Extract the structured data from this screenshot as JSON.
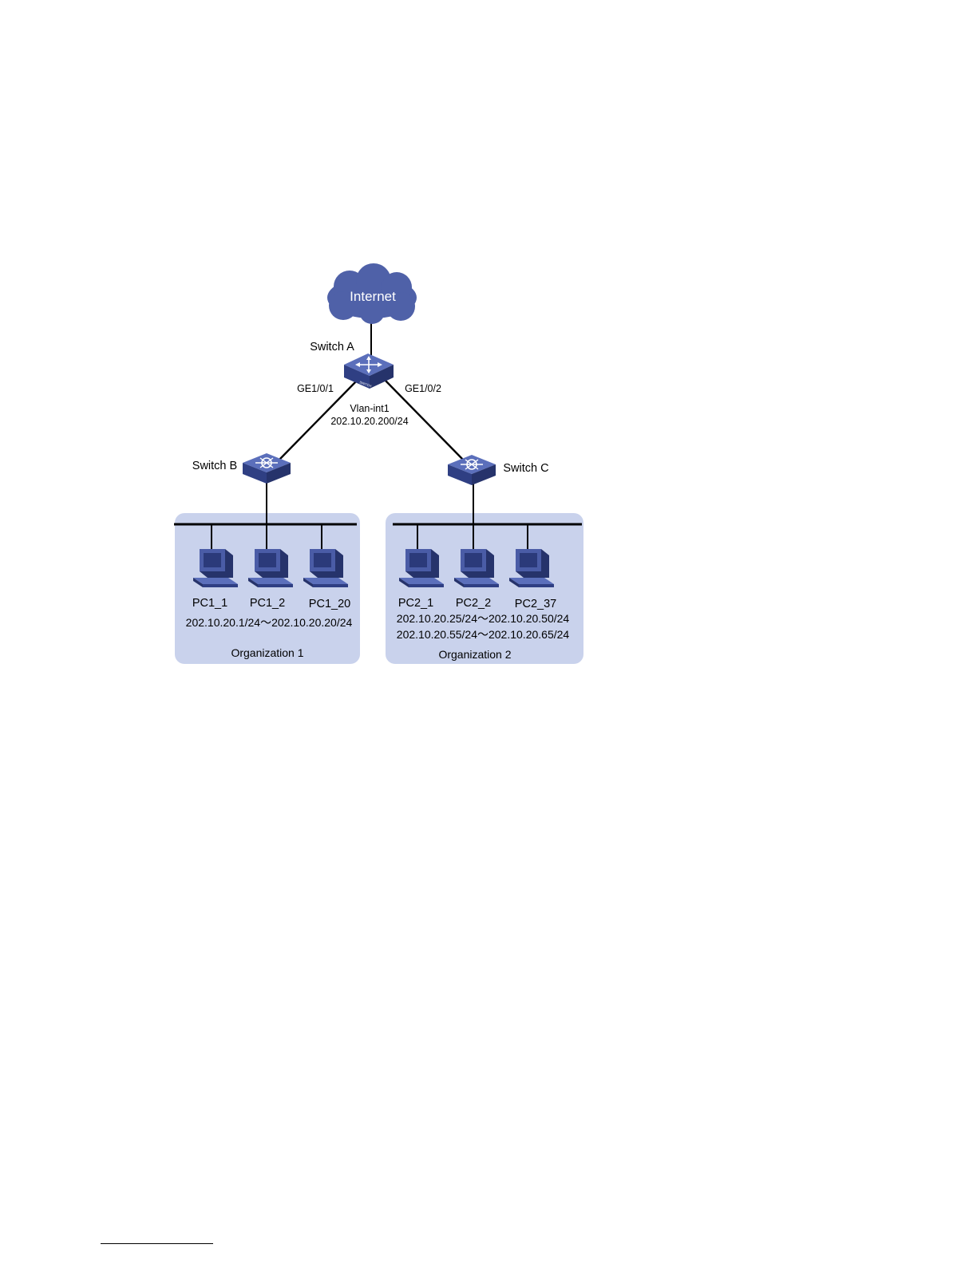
{
  "colors": {
    "device_blue": "#3c4f9a",
    "device_top": "#5b6fbb",
    "device_dark": "#26336b",
    "cloud": "#4f61a8",
    "org_bg": "#c9d2ec",
    "line": "#000000"
  },
  "internet": {
    "label": "Internet",
    "icon": "cloud-icon"
  },
  "switch_a": {
    "label": "Switch A",
    "badge": "SWITCH",
    "port_left": "GE1/0/1",
    "port_right": "GE1/0/2",
    "vlan_interface": "Vlan-int1",
    "vlan_ip": "202.10.20.200/24",
    "icon": "core-switch-icon"
  },
  "switch_b": {
    "label": "Switch B",
    "icon": "access-switch-icon"
  },
  "switch_c": {
    "label": "Switch C",
    "icon": "access-switch-icon"
  },
  "organization_1": {
    "name": "Organization 1",
    "hosts": [
      "PC1_1",
      "PC1_2",
      "PC1_20"
    ],
    "address_range": "202.10.20.1/24～202.10.20.20/24",
    "icon": "pc-icon"
  },
  "organization_2": {
    "name": "Organization 2",
    "hosts": [
      "PC2_1",
      "PC2_2",
      "PC2_37"
    ],
    "address_ranges": [
      "202.10.20.25/24～202.10.20.50/24",
      "202.10.20.55/24～202.10.20.65/24"
    ],
    "icon": "pc-icon"
  }
}
